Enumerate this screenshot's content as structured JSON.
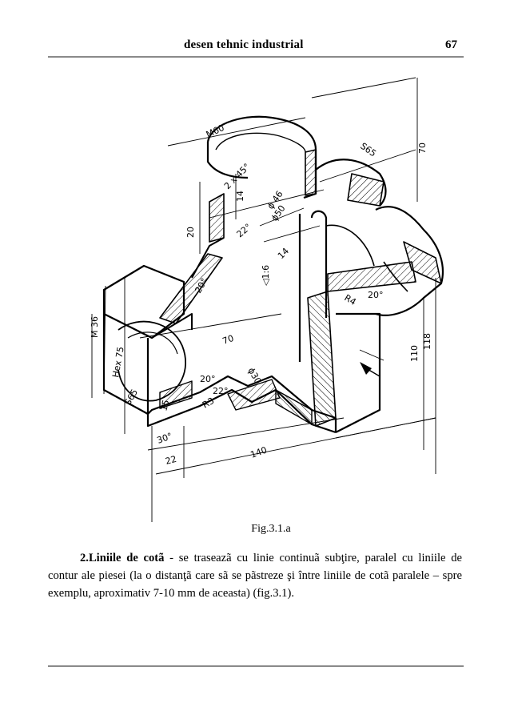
{
  "header": {
    "title": "desen tehnic industrial",
    "page_number": "67"
  },
  "figure": {
    "caption": "Fig.3.1.a",
    "dimension_labels": {
      "m60": "M60",
      "chamfer": "2 x 45°",
      "s65": "S65",
      "d70": "70",
      "d14a": "14",
      "phi46": "ϕ 46",
      "phi50": "ϕ50",
      "d20": "20",
      "a22a": "22°",
      "taper": "◁1:6",
      "d14b": "14",
      "r4": "R4",
      "a20a": "20°",
      "a20b": "20°",
      "m36": "M 36",
      "hex75": "Hex 75",
      "d70b": "70",
      "d110": "110",
      "d118": "118",
      "s65b": "S65",
      "phi30": "ϕ30",
      "a20c": "20°",
      "a22b": "22°",
      "r3": "R3",
      "d15": "15",
      "a30": "30°",
      "d22": "22",
      "d140": "140"
    }
  },
  "body": {
    "term": "2.Liniile de cotã",
    "text": " - se traseazã cu linie continuã subţire, paralel cu liniile de contur ale piesei (la o distanţã care sã se pãstreze şi între liniile de cotã paralele – spre exemplu, aproximativ 7-10 mm de aceasta) (fig.3.1)."
  }
}
